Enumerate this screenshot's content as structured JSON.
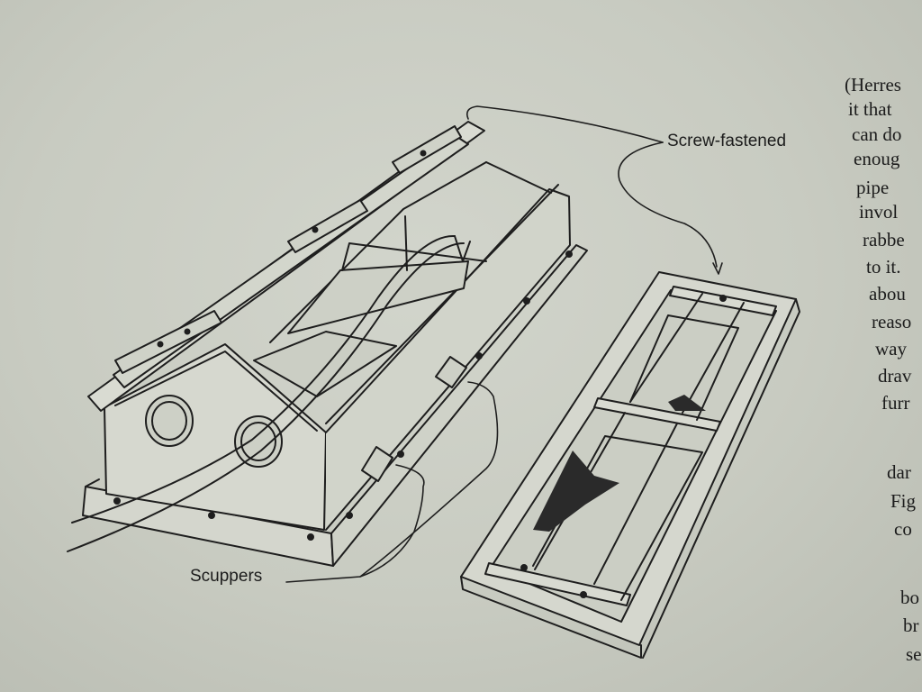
{
  "labels": {
    "screw_fastened": "Screw-fastened",
    "scuppers": "Scuppers"
  },
  "body_text_fragments": [
    "(Herres",
    "it that",
    "can do",
    "enoug",
    "pipe",
    "invol",
    "rabbe",
    "to it.",
    "abou",
    "reaso",
    "way",
    "drav",
    "furr",
    "dar",
    "Fig",
    "co",
    "bo",
    "br",
    "se"
  ],
  "colors": {
    "paper": "#c9ccc3",
    "ink": "#1e1e1e"
  }
}
